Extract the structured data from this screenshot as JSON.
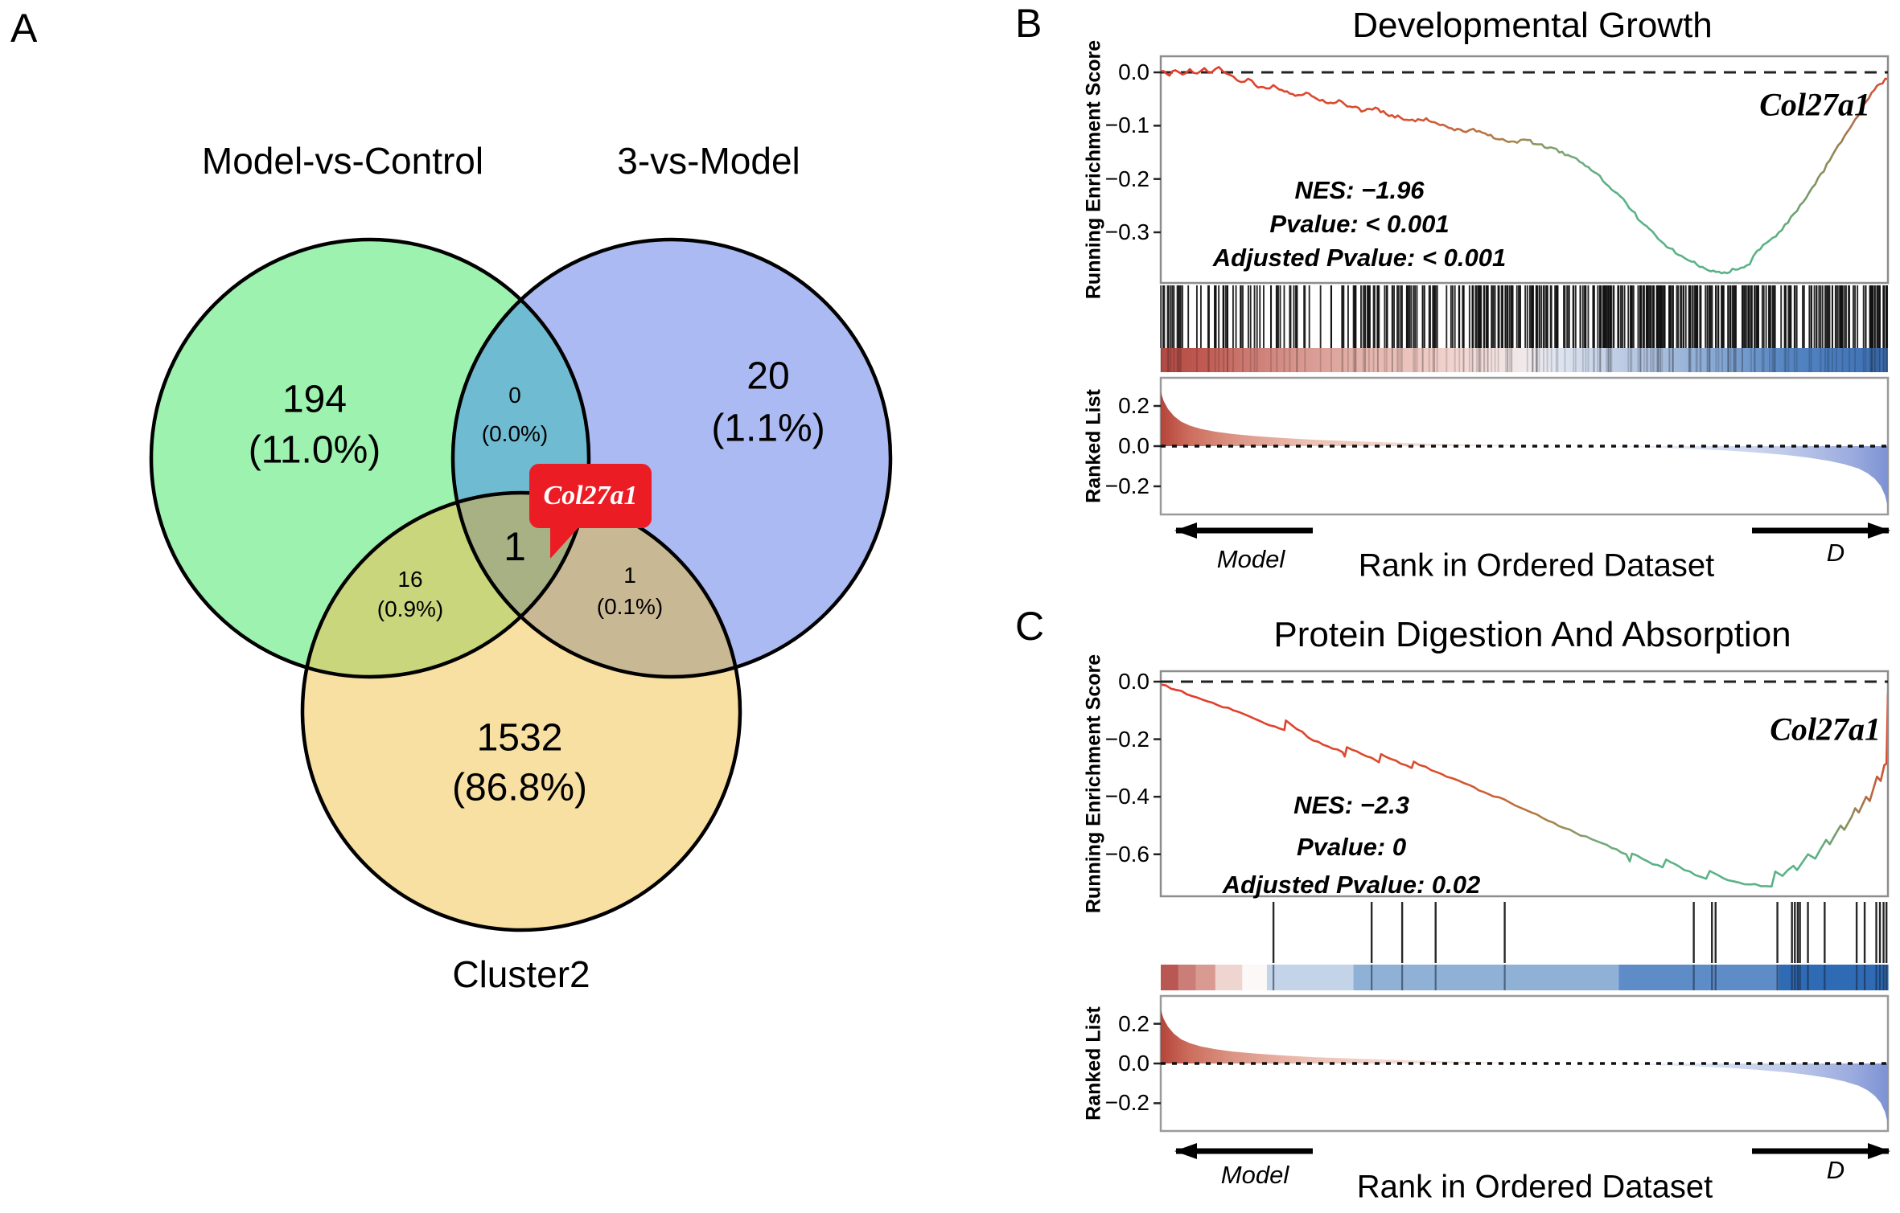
{
  "panel_labels": {
    "a": "A",
    "b": "B",
    "c": "C"
  },
  "panelA": {
    "set1_title": "Model-vs-Control",
    "set2_title": "3-vs-Model",
    "set3_title": "Cluster2",
    "callout": "Col27a1",
    "regions": {
      "s1": {
        "count": "194",
        "pct": "(11.0%)"
      },
      "s2": {
        "count": "20",
        "pct": "(1.1%)"
      },
      "s3": {
        "count": "1532",
        "pct": "(86.8%)"
      },
      "s12": {
        "count": "0",
        "pct": "(0.0%)"
      },
      "s13": {
        "count": "16",
        "pct": "(0.9%)"
      },
      "s23": {
        "count": "1",
        "pct": "(0.1%)"
      },
      "s123": {
        "count": "1"
      }
    },
    "colors": {
      "set1": "#9df2b0",
      "set2": "#abbaf2",
      "set3": "#f8dfa2",
      "s12": "#6fbcd2",
      "s13": "#c9d67c",
      "s23": "#c9b894",
      "s123": "#a8b184",
      "outline": "#000000",
      "callout_bg": "#ec1c24",
      "callout_text": "#ffffff"
    }
  },
  "chart_data": [
    {
      "id": "B",
      "type": "line",
      "title": "Developmental Growth",
      "gene": "Col27a1",
      "nes": "NES: −1.96",
      "pvalue": "Pvalue: < 0.001",
      "padj": "Adjusted Pvalue: < 0.001",
      "ylabel": "Running Enrichment Score",
      "ranked_ylabel": "Ranked List",
      "xlabel": "Rank in Ordered Dataset",
      "arrow_left": "Model",
      "arrow_right": "D",
      "res": {
        "ylim": [
          0.0302,
          -0.395
        ],
        "yticks": [
          0.0,
          -0.1,
          -0.2,
          -0.3
        ],
        "curve": [
          [
            0,
            0.002
          ],
          [
            0.012,
            -0.006
          ],
          [
            0.02,
            0.004
          ],
          [
            0.03,
            -0.004
          ],
          [
            0.04,
            0.006
          ],
          [
            0.05,
            -0.002
          ],
          [
            0.06,
            0.008
          ],
          [
            0.07,
            0.0
          ],
          [
            0.08,
            0.01
          ],
          [
            0.09,
            -0.002
          ],
          [
            0.1,
            -0.008
          ],
          [
            0.11,
            -0.018
          ],
          [
            0.12,
            -0.012
          ],
          [
            0.13,
            -0.024
          ],
          [
            0.145,
            -0.03
          ],
          [
            0.155,
            -0.024
          ],
          [
            0.17,
            -0.036
          ],
          [
            0.185,
            -0.044
          ],
          [
            0.2,
            -0.038
          ],
          [
            0.215,
            -0.05
          ],
          [
            0.23,
            -0.058
          ],
          [
            0.245,
            -0.052
          ],
          [
            0.26,
            -0.064
          ],
          [
            0.28,
            -0.072
          ],
          [
            0.295,
            -0.066
          ],
          [
            0.31,
            -0.078
          ],
          [
            0.33,
            -0.085
          ],
          [
            0.35,
            -0.092
          ],
          [
            0.365,
            -0.086
          ],
          [
            0.38,
            -0.096
          ],
          [
            0.4,
            -0.105
          ],
          [
            0.42,
            -0.112
          ],
          [
            0.43,
            -0.106
          ],
          [
            0.45,
            -0.118
          ],
          [
            0.47,
            -0.125
          ],
          [
            0.49,
            -0.132
          ],
          [
            0.5,
            -0.126
          ],
          [
            0.52,
            -0.135
          ],
          [
            0.54,
            -0.142
          ],
          [
            0.56,
            -0.155
          ],
          [
            0.58,
            -0.17
          ],
          [
            0.6,
            -0.19
          ],
          [
            0.62,
            -0.22
          ],
          [
            0.64,
            -0.245
          ],
          [
            0.66,
            -0.28
          ],
          [
            0.68,
            -0.305
          ],
          [
            0.7,
            -0.33
          ],
          [
            0.72,
            -0.348
          ],
          [
            0.73,
            -0.355
          ],
          [
            0.745,
            -0.365
          ],
          [
            0.76,
            -0.372
          ],
          [
            0.775,
            -0.375
          ],
          [
            0.79,
            -0.37
          ],
          [
            0.81,
            -0.36
          ],
          [
            0.82,
            -0.335
          ],
          [
            0.85,
            -0.3
          ],
          [
            0.875,
            -0.26
          ],
          [
            0.9,
            -0.21
          ],
          [
            0.92,
            -0.165
          ],
          [
            0.94,
            -0.12
          ],
          [
            0.955,
            -0.088
          ],
          [
            0.97,
            -0.055
          ],
          [
            0.985,
            -0.025
          ],
          [
            1,
            -0.012
          ]
        ],
        "gradient": [
          [
            0,
            "#e23b2c"
          ],
          [
            0.34,
            "#d8502f"
          ],
          [
            0.46,
            "#b37b44"
          ],
          [
            0.56,
            "#78a878"
          ],
          [
            0.62,
            "#5bb287"
          ],
          [
            0.84,
            "#5bb287"
          ],
          [
            0.92,
            "#8f8a58"
          ],
          [
            1,
            "#d84a30"
          ]
        ]
      },
      "hits": {
        "seed": 11,
        "count": 300,
        "extra_right": 130
      },
      "band": {
        "type": "gradient",
        "stops": [
          [
            0,
            "#b04a44"
          ],
          [
            0.06,
            "#c05a52"
          ],
          [
            0.12,
            "#cc7a72"
          ],
          [
            0.2,
            "#d89a92"
          ],
          [
            0.28,
            "#e4b4ac"
          ],
          [
            0.36,
            "#eec8c2"
          ],
          [
            0.44,
            "#f4dedb"
          ],
          [
            0.5,
            "#f0e8ea"
          ],
          [
            0.55,
            "#dde4f0"
          ],
          [
            0.62,
            "#c2cfe6"
          ],
          [
            0.7,
            "#a4bbdc"
          ],
          [
            0.78,
            "#7fa2d0"
          ],
          [
            0.86,
            "#5585c2"
          ],
          [
            1,
            "#3d6fb2"
          ]
        ]
      },
      "ranked": {
        "ylim": [
          0.34,
          -0.34
        ],
        "yticks": [
          0.2,
          0.0,
          -0.2
        ],
        "pos": [
          [
            0,
            0.27
          ],
          [
            0.004,
            0.225
          ],
          [
            0.01,
            0.185
          ],
          [
            0.018,
            0.15
          ],
          [
            0.028,
            0.122
          ],
          [
            0.04,
            0.102
          ],
          [
            0.055,
            0.086
          ],
          [
            0.075,
            0.072
          ],
          [
            0.1,
            0.06
          ],
          [
            0.13,
            0.05
          ],
          [
            0.17,
            0.04
          ],
          [
            0.21,
            0.032
          ],
          [
            0.26,
            0.025
          ],
          [
            0.31,
            0.019
          ],
          [
            0.37,
            0.013
          ],
          [
            0.43,
            0.009
          ],
          [
            0.49,
            0.005
          ],
          [
            0.54,
            0.002
          ],
          [
            0.58,
            0
          ]
        ],
        "neg": [
          [
            0.58,
            0
          ],
          [
            0.63,
            -0.003
          ],
          [
            0.68,
            -0.008
          ],
          [
            0.73,
            -0.014
          ],
          [
            0.78,
            -0.022
          ],
          [
            0.82,
            -0.032
          ],
          [
            0.86,
            -0.044
          ],
          [
            0.89,
            -0.057
          ],
          [
            0.92,
            -0.074
          ],
          [
            0.94,
            -0.09
          ],
          [
            0.96,
            -0.112
          ],
          [
            0.972,
            -0.135
          ],
          [
            0.982,
            -0.163
          ],
          [
            0.99,
            -0.198
          ],
          [
            0.996,
            -0.245
          ],
          [
            1,
            -0.305
          ]
        ]
      }
    },
    {
      "id": "C",
      "type": "line",
      "title": "Protein Digestion And Absorption",
      "gene": "Col27a1",
      "nes": "NES: −2.3",
      "pvalue": "Pvalue: 0",
      "padj": "Adjusted Pvalue: 0.02",
      "ylabel": "Running Enrichment Score",
      "ranked_ylabel": "Ranked List",
      "xlabel": "Rank in Ordered Dataset",
      "arrow_left": "Model",
      "arrow_right": "D",
      "res": {
        "ylim": [
          0.0363,
          -0.746
        ],
        "yticks": [
          0.0,
          -0.2,
          -0.4,
          -0.6
        ],
        "curve": [
          [
            0,
            -0.01
          ],
          [
            0.05,
            -0.055
          ],
          [
            0.1,
            -0.1
          ],
          [
            0.13,
            -0.13
          ],
          [
            0.17,
            -0.168
          ],
          [
            0.172,
            -0.135
          ],
          [
            0.21,
            -0.205
          ],
          [
            0.25,
            -0.245
          ],
          [
            0.253,
            -0.26
          ],
          [
            0.256,
            -0.228
          ],
          [
            0.29,
            -0.265
          ],
          [
            0.3,
            -0.28
          ],
          [
            0.303,
            -0.252
          ],
          [
            0.33,
            -0.285
          ],
          [
            0.345,
            -0.3
          ],
          [
            0.348,
            -0.278
          ],
          [
            0.38,
            -0.315
          ],
          [
            0.4,
            -0.335
          ],
          [
            0.425,
            -0.36
          ],
          [
            0.45,
            -0.39
          ],
          [
            0.48,
            -0.42
          ],
          [
            0.51,
            -0.455
          ],
          [
            0.54,
            -0.49
          ],
          [
            0.57,
            -0.525
          ],
          [
            0.6,
            -0.555
          ],
          [
            0.62,
            -0.578
          ],
          [
            0.64,
            -0.6
          ],
          [
            0.645,
            -0.625
          ],
          [
            0.648,
            -0.598
          ],
          [
            0.67,
            -0.625
          ],
          [
            0.69,
            -0.645
          ],
          [
            0.695,
            -0.618
          ],
          [
            0.72,
            -0.655
          ],
          [
            0.75,
            -0.685
          ],
          [
            0.755,
            -0.658
          ],
          [
            0.78,
            -0.69
          ],
          [
            0.81,
            -0.705
          ],
          [
            0.84,
            -0.712
          ],
          [
            0.845,
            -0.66
          ],
          [
            0.855,
            -0.675
          ],
          [
            0.87,
            -0.64
          ],
          [
            0.875,
            -0.655
          ],
          [
            0.89,
            -0.6
          ],
          [
            0.9,
            -0.615
          ],
          [
            0.915,
            -0.55
          ],
          [
            0.92,
            -0.565
          ],
          [
            0.935,
            -0.5
          ],
          [
            0.94,
            -0.515
          ],
          [
            0.95,
            -0.47
          ],
          [
            0.955,
            -0.44
          ],
          [
            0.96,
            -0.455
          ],
          [
            0.97,
            -0.4
          ],
          [
            0.975,
            -0.415
          ],
          [
            0.985,
            -0.33
          ],
          [
            0.99,
            -0.345
          ],
          [
            0.995,
            -0.29
          ],
          [
            0.998,
            -0.285
          ],
          [
            1,
            -0.04
          ]
        ],
        "gradient": [
          [
            0,
            "#e23b2c"
          ],
          [
            0.4,
            "#d8502f"
          ],
          [
            0.52,
            "#b37b44"
          ],
          [
            0.6,
            "#78a878"
          ],
          [
            0.66,
            "#5bb287"
          ],
          [
            0.9,
            "#5bb287"
          ],
          [
            0.95,
            "#8f8a58"
          ],
          [
            1,
            "#d84a30"
          ]
        ]
      },
      "hits": {
        "positions": [
          0.155,
          0.29,
          0.332,
          0.378,
          0.473,
          0.733,
          0.758,
          0.763,
          0.848,
          0.868,
          0.872,
          0.876,
          0.879,
          0.89,
          0.913,
          0.957,
          0.968,
          0.984,
          0.989,
          0.994,
          0.998
        ]
      },
      "band": {
        "type": "segments",
        "segments": [
          [
            0,
            0.024,
            "#b95752"
          ],
          [
            0.024,
            0.048,
            "#cb7d77"
          ],
          [
            0.048,
            0.075,
            "#d99a92"
          ],
          [
            0.075,
            0.112,
            "#efd5d0"
          ],
          [
            0.112,
            0.146,
            "#fbf8f7"
          ],
          [
            0.146,
            0.265,
            "#c3d3e8"
          ],
          [
            0.265,
            0.63,
            "#8fb1d6"
          ],
          [
            0.63,
            0.85,
            "#5e8cc6"
          ],
          [
            0.85,
            1,
            "#2f6ab4"
          ]
        ]
      },
      "ranked": {
        "ylim": [
          0.34,
          -0.34
        ],
        "yticks": [
          0.2,
          0.0,
          -0.2
        ],
        "pos": [
          [
            0,
            0.27
          ],
          [
            0.004,
            0.225
          ],
          [
            0.01,
            0.185
          ],
          [
            0.018,
            0.15
          ],
          [
            0.028,
            0.122
          ],
          [
            0.04,
            0.102
          ],
          [
            0.055,
            0.086
          ],
          [
            0.075,
            0.072
          ],
          [
            0.1,
            0.06
          ],
          [
            0.13,
            0.05
          ],
          [
            0.17,
            0.04
          ],
          [
            0.21,
            0.032
          ],
          [
            0.26,
            0.025
          ],
          [
            0.31,
            0.019
          ],
          [
            0.37,
            0.013
          ],
          [
            0.43,
            0.009
          ],
          [
            0.49,
            0.005
          ],
          [
            0.54,
            0.002
          ],
          [
            0.58,
            0
          ]
        ],
        "neg": [
          [
            0.58,
            0
          ],
          [
            0.63,
            -0.003
          ],
          [
            0.68,
            -0.008
          ],
          [
            0.73,
            -0.014
          ],
          [
            0.78,
            -0.022
          ],
          [
            0.82,
            -0.032
          ],
          [
            0.86,
            -0.044
          ],
          [
            0.89,
            -0.057
          ],
          [
            0.92,
            -0.074
          ],
          [
            0.94,
            -0.09
          ],
          [
            0.96,
            -0.112
          ],
          [
            0.972,
            -0.135
          ],
          [
            0.982,
            -0.163
          ],
          [
            0.99,
            -0.198
          ],
          [
            0.996,
            -0.245
          ],
          [
            1,
            -0.305
          ]
        ]
      }
    }
  ]
}
